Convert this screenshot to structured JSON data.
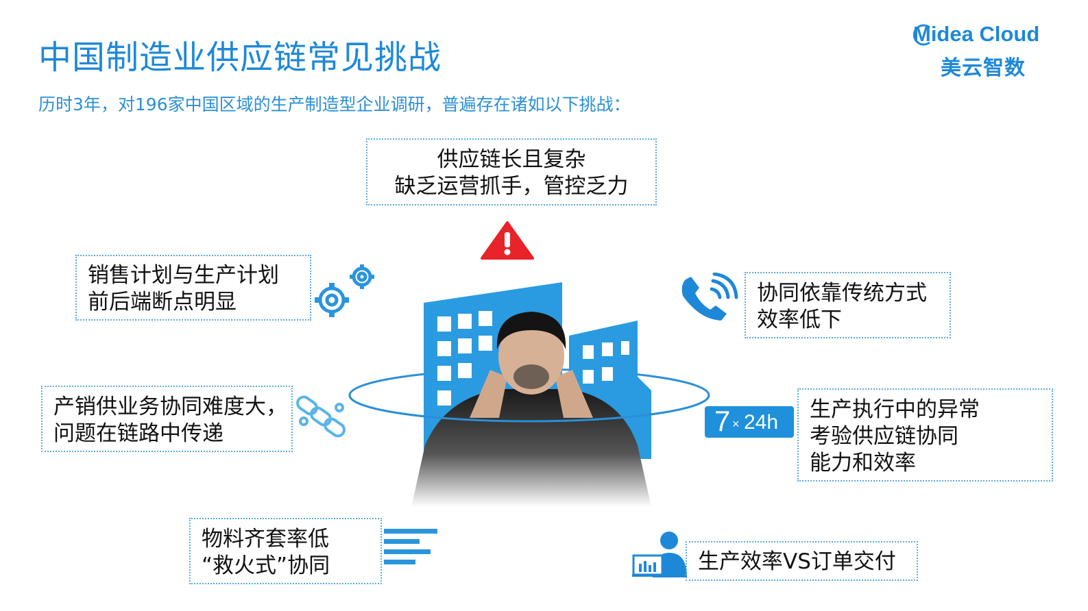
{
  "header": {
    "title": "中国制造业供应链常见挑战",
    "subtitle": "历时3年，对196家中国区域的生产制造型企业调研，普遍存在诸如以下挑战："
  },
  "logo": {
    "name_en": "Midea Cloud",
    "name_cn": "美云智数"
  },
  "challenges": {
    "top": {
      "line1": "供应链长且复杂",
      "line2": "缺乏运营抓手，管控乏力"
    },
    "left1": {
      "line1": "销售计划与生产计划",
      "line2": "前后端断点明显"
    },
    "left2": {
      "line1": "产销供业务协同难度大，",
      "line2": "问题在链路中传递"
    },
    "left3": {
      "line1": "物料齐套率低",
      "line2": "“救火式”协同"
    },
    "right1": {
      "line1": "协同依靠传统方式",
      "line2": "效率低下"
    },
    "right2": {
      "line1": "生产执行中的异常",
      "line2": "考验供应链协同",
      "line3": "能力和效率"
    },
    "right3": {
      "line1": "生产效率VS订单交付"
    }
  },
  "badge": {
    "seven": "7",
    "times": "×",
    "hours": "24h"
  },
  "colors": {
    "brand_blue": "#1E88D8",
    "warning_red": "#E8232A",
    "building_blue": "#2A9BE0"
  },
  "icons": [
    "warning-icon",
    "gear-icon",
    "phone-icon",
    "chain-icon",
    "list-lines-icon",
    "user-monitor-icon"
  ]
}
